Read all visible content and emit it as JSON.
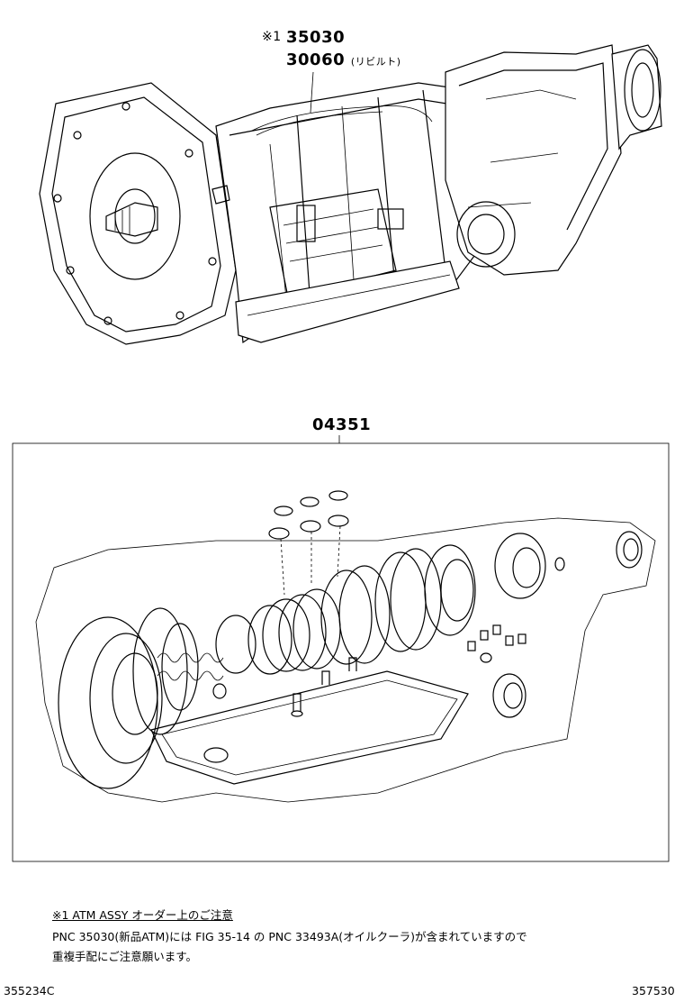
{
  "callout_top": {
    "mark": "※1",
    "pn1": "35030",
    "pn2": "30060",
    "pn2_suffix": "(リビルト)"
  },
  "callout_kit": {
    "pn": "04351"
  },
  "notes": {
    "heading": "※1 ATM ASSY オーダー上のご注意",
    "line1": "PNC 35030(新品ATM)には FIG 35-14 の PNC 33493A(オイルクーラ)が含まれていますので",
    "line2": "重複手配にご注意願います。"
  },
  "footer": {
    "left_code": "355234C",
    "right_code": "357530"
  }
}
